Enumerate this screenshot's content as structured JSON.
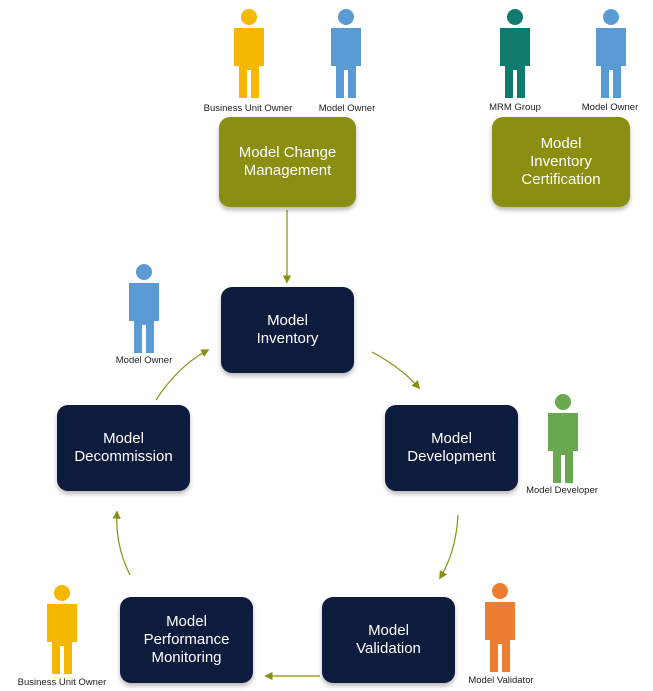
{
  "boxes": {
    "change_mgmt": "Model Change\nManagement",
    "inventory_cert": "Model\nInventory\nCertification",
    "inventory": "Model\nInventory",
    "development": "Model\nDevelopment",
    "validation": "Model\nValidation",
    "performance": "Model\nPerformance\nMonitoring",
    "decommission": "Model\nDecommission"
  },
  "roles": {
    "bu_owner_top": "Business Unit Owner",
    "model_owner_top": "Model Owner",
    "mrm_group": "MRM Group",
    "model_owner_cert": "Model Owner",
    "model_owner_left": "Model Owner",
    "model_developer": "Model Developer",
    "model_validator": "Model Validator",
    "bu_owner_bottom": "Business Unit Owner"
  },
  "colors": {
    "olive_box": "#8a8f12",
    "navy_box": "#0d1b3d",
    "arrow": "#8a8f12",
    "person_yellow": "#f5b800",
    "person_blue": "#5b9bd5",
    "person_teal": "#0f7a6e",
    "person_green": "#6aa84f",
    "person_orange": "#ed7d31"
  },
  "icons": [
    "person-icon",
    "arrow-icon"
  ]
}
